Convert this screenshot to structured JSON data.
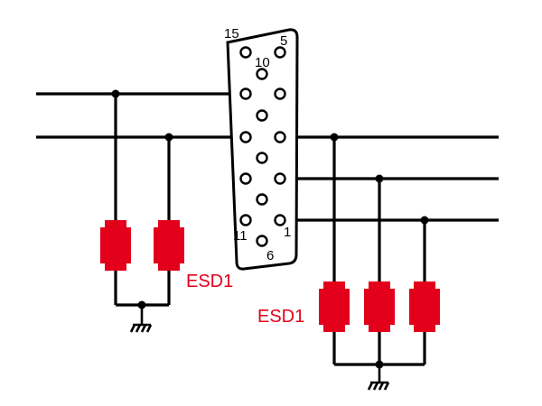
{
  "connector": {
    "pin_labels": {
      "p15": "15",
      "p5": "5",
      "p10": "10",
      "p11": "11",
      "p1": "1",
      "p6": "6"
    }
  },
  "esd_labels": {
    "left": "ESD1",
    "right": "ESD1"
  },
  "colors": {
    "wire": "#000000",
    "esd": "#e3001b",
    "background": "#ffffff"
  },
  "icons": {
    "ground_left": "ground-icon",
    "ground_right": "ground-icon"
  }
}
